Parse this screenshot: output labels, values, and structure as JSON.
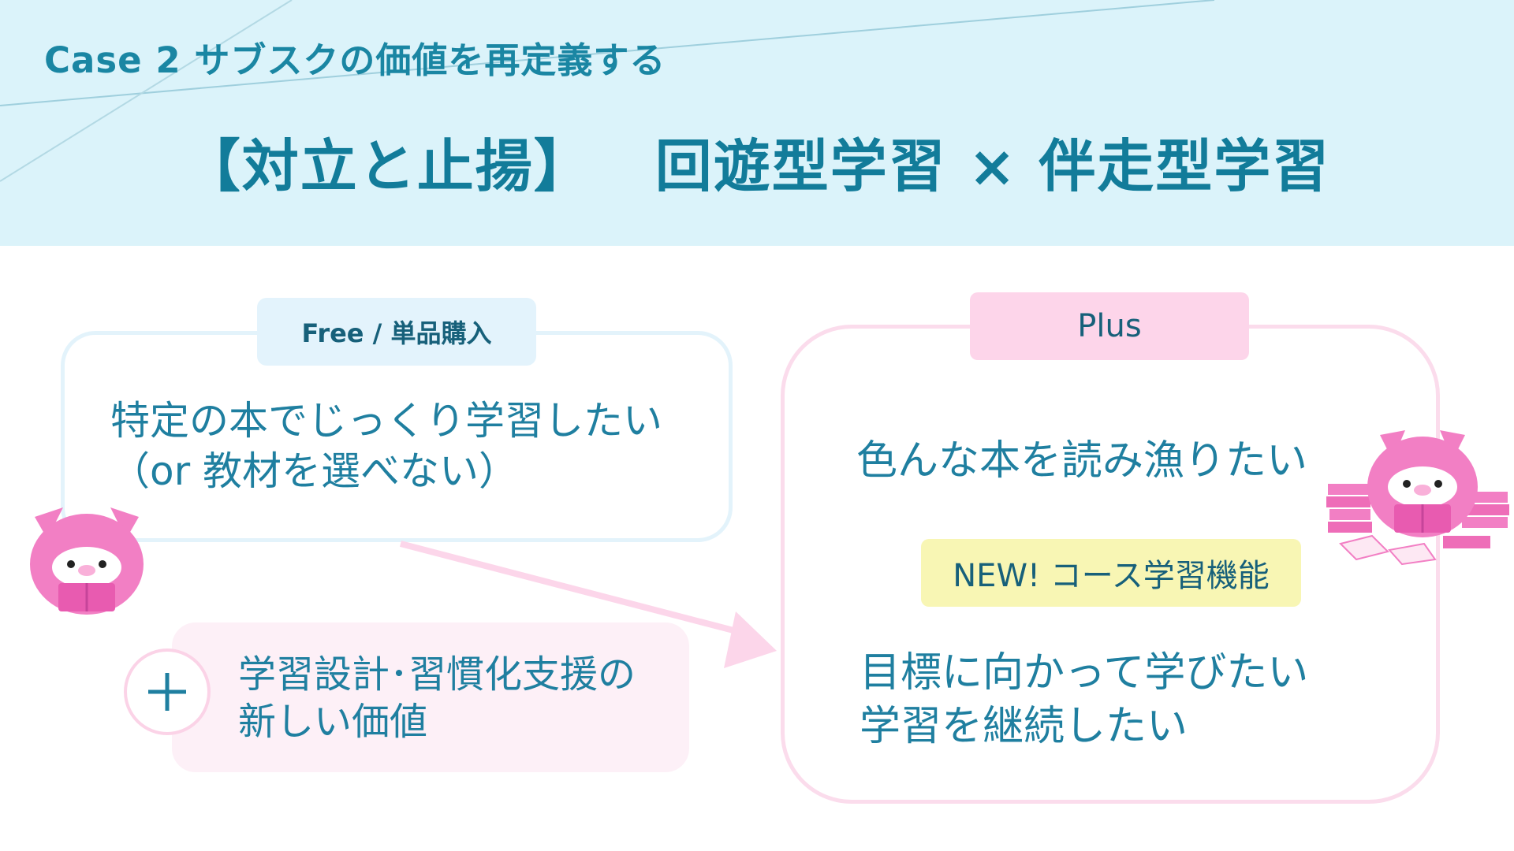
{
  "header": {
    "case_label": "Case 2  サブスクの価値を再定義する",
    "title_left": "【対立と止揚】",
    "title_right": "回遊型学習 × 伴走型学習"
  },
  "free": {
    "tag": "Free / 単品購入",
    "lines": [
      "特定の本でじっくり学習したい",
      "（or 教材を選べない）"
    ]
  },
  "add_value": {
    "icon": "plus-icon",
    "lines": [
      "学習設計･習慣化支援の",
      "新しい価値"
    ]
  },
  "plus": {
    "tag": "Plus",
    "line1": "色んな本を読み漁りたい",
    "badge": "NEW! コース学習機能",
    "lines": [
      "目標に向かって学びたい",
      "学習を継続したい"
    ]
  },
  "colors": {
    "header_bg": "#dbf3fa",
    "title": "#127c9a",
    "text": "#1f7fa0",
    "pink_border": "#fbdcec",
    "blue_border": "#e3f3fb",
    "badge_bg": "#f8f6b4",
    "pig": "#f27fc4"
  }
}
